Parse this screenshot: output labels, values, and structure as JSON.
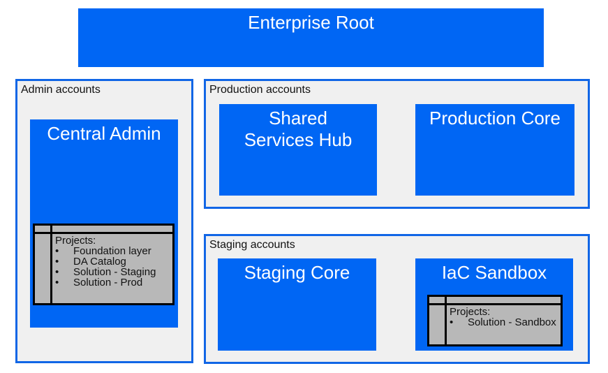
{
  "colors": {
    "node_fill": "#0066f4",
    "group_fill": "#f0f0f0",
    "group_border": "#1166e6",
    "project_fill": "#b8b8b8",
    "project_border": "#000000"
  },
  "root": {
    "title": "Enterprise Root"
  },
  "groups": {
    "admin": {
      "label": "Admin accounts",
      "nodes": {
        "central_admin": {
          "title": "Central Admin",
          "projects": {
            "heading": "Projects:",
            "items": [
              "Foundation layer",
              "DA Catalog",
              "Solution - Staging",
              "Solution - Prod"
            ]
          }
        }
      }
    },
    "production": {
      "label": "Production accounts",
      "nodes": {
        "shared_services_hub": {
          "title": "Shared Services Hub"
        },
        "production_core": {
          "title": "Production Core"
        }
      }
    },
    "staging": {
      "label": "Staging accounts",
      "nodes": {
        "staging_core": {
          "title": "Staging Core"
        },
        "iac_sandbox": {
          "title": "IaC Sandbox",
          "projects": {
            "heading": "Projects:",
            "items": [
              "Solution - Sandbox"
            ]
          }
        }
      }
    }
  }
}
